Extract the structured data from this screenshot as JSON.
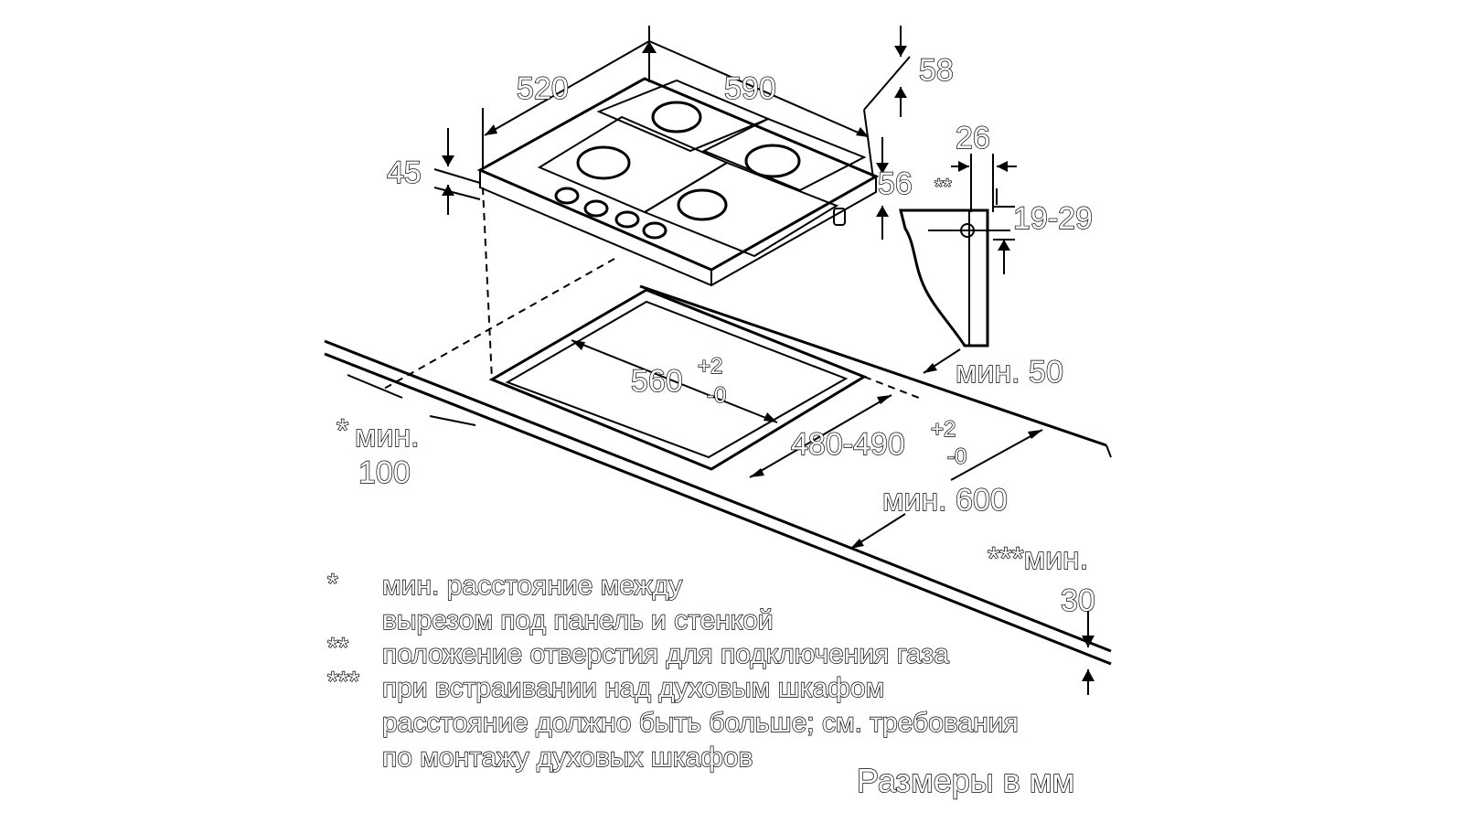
{
  "dimensions": {
    "depth": "520",
    "width": "590",
    "top_clearance": "58",
    "height": "45",
    "worktop_thickness": "56",
    "pipe_offset": "26",
    "pipe_marker": "**",
    "pipe_height": "19-29",
    "cutout_width": "560",
    "cutout_width_tol_plus": "+2",
    "cutout_width_tol_minus": "-0",
    "cutout_depth": "480-490",
    "cutout_depth_tol_plus": "+2",
    "cutout_depth_tol_minus": "-0",
    "back_min": "мин. 50",
    "side_min_marker": "*",
    "side_min_label": "мин.",
    "side_min_value": "100",
    "worktop_min": "мин. 600",
    "front_min_label": "***мин.",
    "front_min_value": "30"
  },
  "notes": [
    {
      "marker": "*",
      "lines": [
        "мин. расстояние между",
        "вырезом под панель и стенкой"
      ]
    },
    {
      "marker": "**",
      "lines": [
        "положение отверстия для подключения газа"
      ]
    },
    {
      "marker": "***",
      "lines": [
        "при встраивании над духовым шкафом",
        "расстояние должно быть больше; см. требования",
        "по монтажу духовых шкафов"
      ]
    }
  ],
  "caption": "Размеры в мм",
  "colors": {
    "background": "#ffffff",
    "ink": "#000000"
  },
  "icons": [
    "gas-burner-icon",
    "control-knob-icon",
    "arrow-icon"
  ]
}
